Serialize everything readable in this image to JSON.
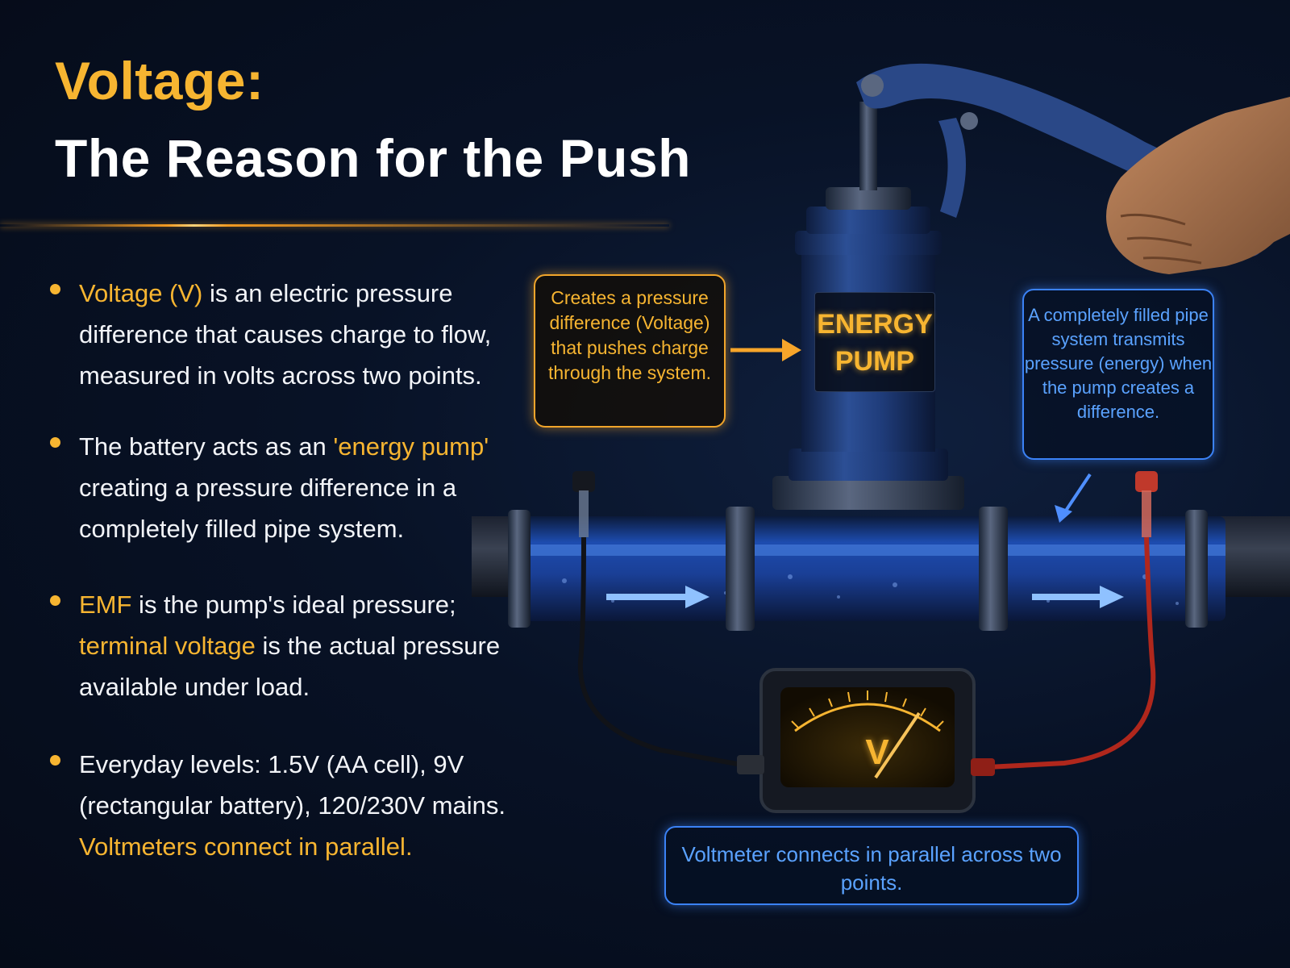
{
  "title": {
    "line1": "Voltage:",
    "line2": "The Reason for the Push"
  },
  "bullets": [
    {
      "parts": [
        {
          "text": "Voltage (V)",
          "highlight": true
        },
        {
          "text": " is an electric pressure difference that causes charge to flow, measured in volts across two points.",
          "highlight": false
        }
      ]
    },
    {
      "parts": [
        {
          "text": "The battery acts as an ",
          "highlight": false
        },
        {
          "text": "'energy pump'",
          "highlight": true
        },
        {
          "text": " creating a pressure difference in a completely filled pipe system.",
          "highlight": false
        }
      ]
    },
    {
      "parts": [
        {
          "text": "EMF",
          "highlight": true
        },
        {
          "text": " is the pump's ideal pressure; ",
          "highlight": false
        },
        {
          "text": "terminal voltage",
          "highlight": true
        },
        {
          "text": " is the actual pressure available under load.",
          "highlight": false
        }
      ]
    },
    {
      "parts": [
        {
          "text": "Everyday levels: 1.5V (AA cell), 9V (rectangular battery), 120/230V mains. ",
          "highlight": false
        },
        {
          "text": "Voltmeters connect in parallel.",
          "highlight": true
        }
      ]
    }
  ],
  "diagram": {
    "pump_label_line1": "ENERGY",
    "pump_label_line2": "PUMP",
    "meter_symbol": "V",
    "callout_left": "Creates a pressure difference (Voltage) that pushes charge through the system.",
    "callout_right": "A completely filled pipe system transmits pressure (energy) when the pump creates a difference.",
    "callout_bottom": "Voltmeter connects in parallel across two points."
  },
  "colors": {
    "accent_orange": "#f7b531",
    "accent_blue": "#3b82f6",
    "background": "#081226",
    "water": "#1e4fb5",
    "probe_red": "#c0392b"
  }
}
